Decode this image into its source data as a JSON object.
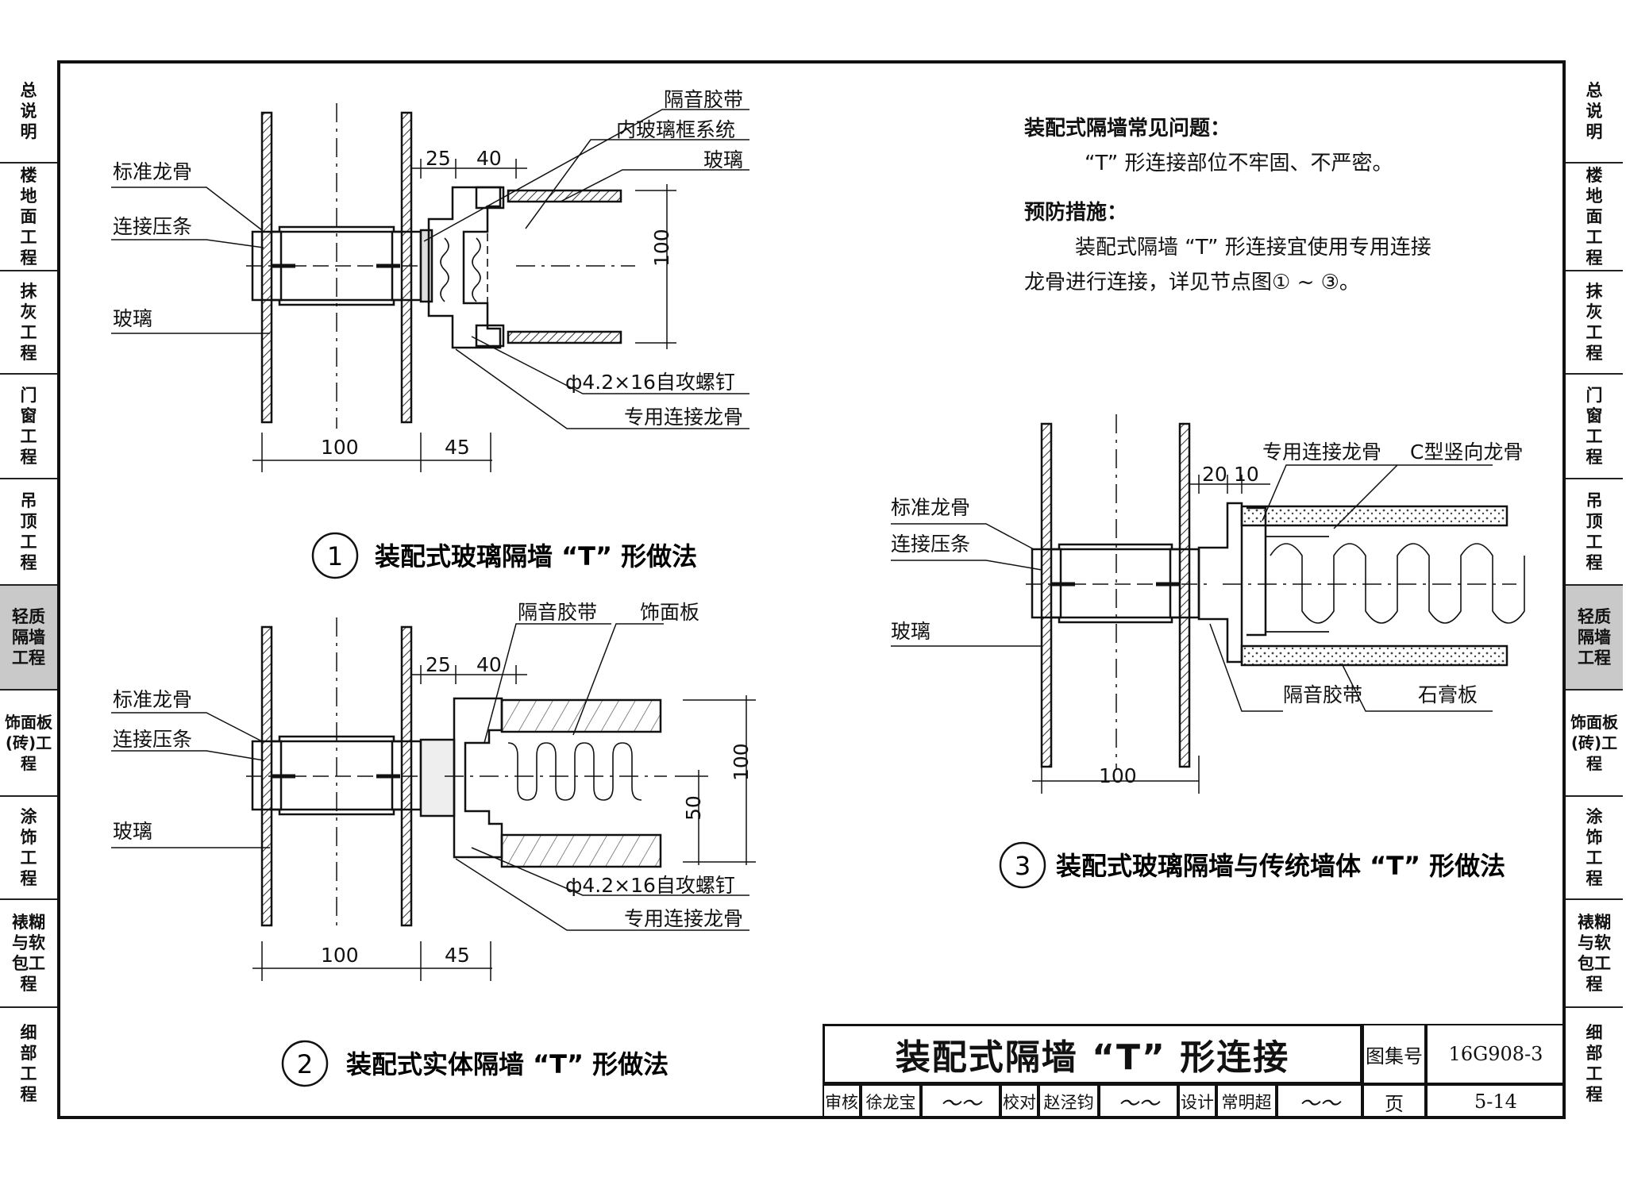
{
  "side_tabs": [
    "总说明",
    "楼地面工程",
    "抹灰工程",
    "门窗工程",
    "吊顶工程",
    "轻质隔墙工程",
    "饰面板(砖)工程",
    "涂饰工程",
    "裱糊与软包工程",
    "细部工程"
  ],
  "active_tab": "轻质隔墙工程",
  "notes": {
    "problem_heading": "装配式隔墙常见问题：",
    "problem_text": "“T” 形连接部位不牢固、不严密。",
    "measure_heading": "预防措施：",
    "measure_line1": "装配式隔墙 “T” 形连接宜使用专用连接",
    "measure_line2": "龙骨进行连接，详见节点图① ~ ③。"
  },
  "detail1": {
    "number": "1",
    "caption": "装配式玻璃隔墙 “T” 形做法",
    "labels": {
      "standard_keel": "标准龙骨",
      "press_strip": "连接压条",
      "glass": "玻璃",
      "sound_tape": "隔音胶带",
      "inner_frame": "内玻璃框系统",
      "glass_right": "玻璃",
      "screw": "ф4.2×16自攻螺钉",
      "special_keel": "专用连接龙骨"
    },
    "dims": {
      "d25": "25",
      "d40": "40",
      "d100h": "100",
      "d100": "100",
      "d45": "45"
    }
  },
  "detail2": {
    "number": "2",
    "caption": "装配式实体隔墙 “T” 形做法",
    "labels": {
      "standard_keel": "标准龙骨",
      "press_strip": "连接压条",
      "glass": "玻璃",
      "sound_tape": "隔音胶带",
      "panel": "饰面板",
      "screw": "ф4.2×16自攻螺钉",
      "special_keel": "专用连接龙骨"
    },
    "dims": {
      "d25": "25",
      "d40": "40",
      "d50": "50",
      "d100h": "100",
      "d100": "100",
      "d45": "45"
    }
  },
  "detail3": {
    "number": "3",
    "caption": "装配式玻璃隔墙与传统墙体 “T” 形做法",
    "labels": {
      "standard_keel": "标准龙骨",
      "press_strip": "连接压条",
      "glass": "玻璃",
      "special_keel": "专用连接龙骨",
      "c_keel": "C型竖向龙骨",
      "sound_tape": "隔音胶带",
      "gypsum": "石膏板"
    },
    "dims": {
      "d20": "20",
      "d10": "10",
      "d100": "100"
    }
  },
  "title_block": {
    "title": "装配式隔墙 “T” 形连接",
    "atlas_label": "图集号",
    "atlas_value": "16G908-3",
    "page_label": "页",
    "page_value": "5-14",
    "review_label": "审核",
    "reviewer": "徐龙宝",
    "check_label": "校对",
    "checker": "赵泾钧",
    "design_label": "设计",
    "designer": "常明超"
  }
}
